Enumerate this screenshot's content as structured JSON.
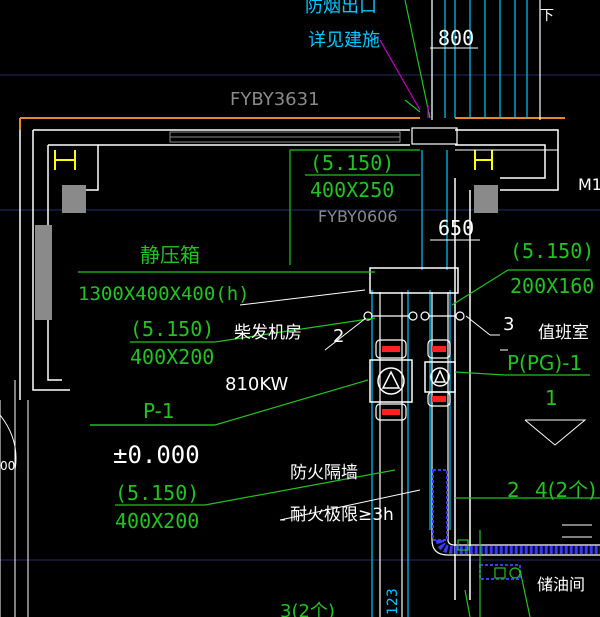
{
  "labels": {
    "top_note_1": "防烟出口",
    "top_note_2": "详见建施",
    "dim_800": "800",
    "letter_xia": "下",
    "fy_code_top": "FYBY3631",
    "elev_left_top": "(5.150)",
    "size_left_top": "400X250",
    "fy_code_mid": "FYBY0606",
    "dim_650": "650",
    "m1": "M1",
    "plenum_title": "静压箱",
    "plenum_size": "1300X400X400(h)",
    "elev_right": "(5.150)",
    "size_right": "200X160",
    "elev_left_mid": "(5.150)",
    "size_left_mid": "400X200",
    "room_generator": "柴发机房",
    "fan_no_2": "2",
    "fan_no_3": "3",
    "room_duty": "值班室",
    "pg_tag": "P(PG)-1",
    "pg_num": "1",
    "power": "810KW",
    "p1_tag": "P-1",
    "elev_zero": "±0.000",
    "elev_left_low": "(5.150)",
    "size_left_low": "400X200",
    "firewall": "防火隔墙",
    "fire_rating": "耐火极限≥3h",
    "count_2": "2",
    "count_4": "4(2个)",
    "room_oil": "储油间",
    "duct_123": "123",
    "bottom_count": "3(2个)",
    "left_00": "00"
  },
  "colors": {
    "background": "#000000",
    "green": "#21c321",
    "cyan": "#00c8ff",
    "white": "#ffffff",
    "red": "#ff2020",
    "magenta": "#c000c0",
    "wall": "#8a8a8a",
    "orange": "#e08a2a",
    "yellow": "#ffff00",
    "blue": "#3a3aff"
  },
  "icons": [
    "fan-icon",
    "damper-icon"
  ]
}
